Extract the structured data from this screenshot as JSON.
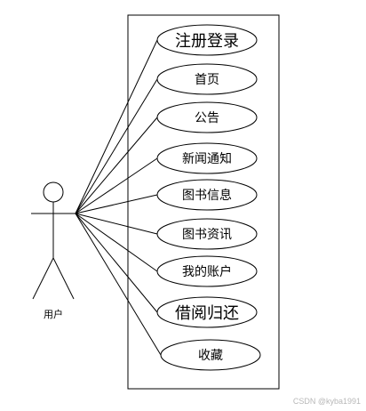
{
  "actor": {
    "label": "用户"
  },
  "use_cases": [
    {
      "id": "register-login",
      "label": "注册登录"
    },
    {
      "id": "home",
      "label": "首页"
    },
    {
      "id": "announcement",
      "label": "公告"
    },
    {
      "id": "news-notice",
      "label": "新闻通知"
    },
    {
      "id": "book-info",
      "label": "图书信息"
    },
    {
      "id": "book-news",
      "label": "图书资讯"
    },
    {
      "id": "my-account",
      "label": "我的账户"
    },
    {
      "id": "borrow-return",
      "label": "借阅归还"
    },
    {
      "id": "favorites",
      "label": "收藏"
    }
  ],
  "watermark": "CSDN @kyba1991",
  "colors": {
    "stroke": "#000000",
    "background": "#ffffff",
    "watermark": "#b8b8b8"
  }
}
